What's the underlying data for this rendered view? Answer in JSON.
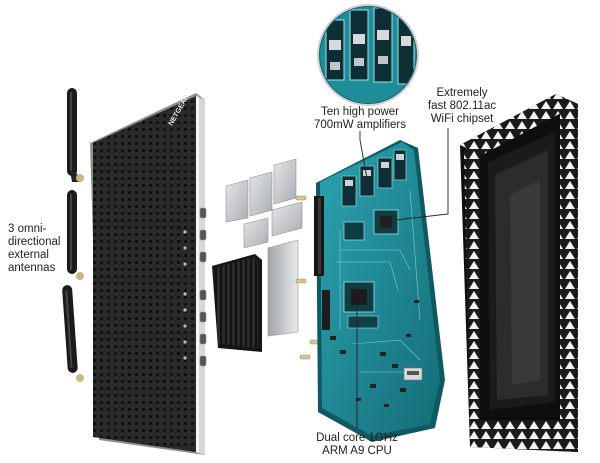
{
  "labels": {
    "antennas": [
      "3 omni-",
      "directional",
      "external",
      "antennas"
    ],
    "amplifiers": [
      "Ten high power",
      "700mW amplifiers"
    ],
    "chipset": [
      "Extremely",
      "fast 802.11ac",
      "WiFi chipset"
    ],
    "cpu": [
      "Dual core 1GHz",
      "ARM A9 CPU"
    ]
  },
  "brand": "NETGEAR",
  "colors": {
    "board": "#1e8c9a",
    "board_dark": "#12606b",
    "chassis": "#1c1c1c",
    "plate": "#c9ccd0"
  }
}
